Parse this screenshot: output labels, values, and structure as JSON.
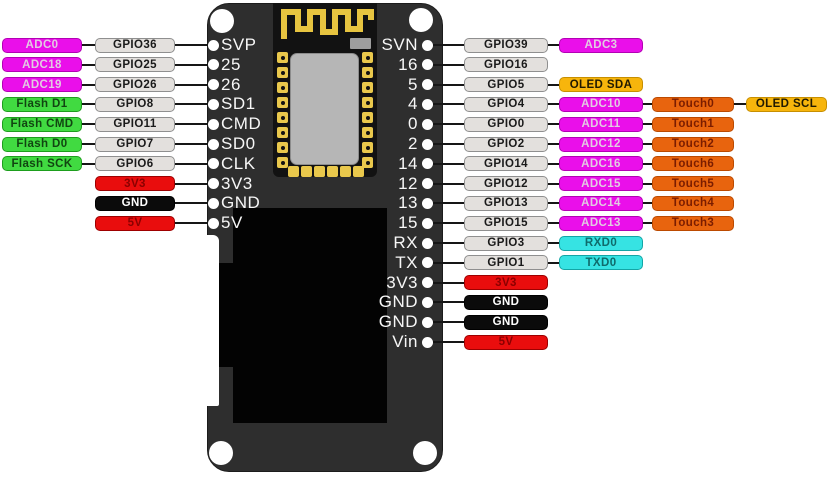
{
  "palette": {
    "background": "#ffffff",
    "board": "#2e2e2e",
    "module": "#121212",
    "antenna_gold": "#e7c440",
    "pad_gold": "#e9c84c",
    "shield_gray": "#b6b6b6",
    "oled_black": "#030303",
    "wire": "#161616",
    "pin_hole": "#ffffff",
    "pin_text": "#f7f7f7",
    "gpio_badge": "#e3e0dd",
    "adc_badge": "#ea0fea",
    "flash_badge": "#41da41",
    "touch_badge": "#e8640e",
    "oled_badge": "#f7b50c",
    "uart_badge": "#36e3e3",
    "power_badge": "#e90d0d",
    "ground_badge": "#0b0b0b"
  },
  "left_rows": [
    {
      "pin": "SVP",
      "gpio": "GPIO36",
      "function": "ADC0",
      "function_type": "adc"
    },
    {
      "pin": "25",
      "gpio": "GPIO25",
      "function": "ADC18",
      "function_type": "adc"
    },
    {
      "pin": "26",
      "gpio": "GPIO26",
      "function": "ADC19",
      "function_type": "adc"
    },
    {
      "pin": "SD1",
      "gpio": "GPIO8",
      "function": "Flash D1",
      "function_type": "flash"
    },
    {
      "pin": "CMD",
      "gpio": "GPIO11",
      "function": "Flash CMD",
      "function_type": "flash"
    },
    {
      "pin": "SD0",
      "gpio": "GPIO7",
      "function": "Flash D0",
      "function_type": "flash"
    },
    {
      "pin": "CLK",
      "gpio": "GPIO6",
      "function": "Flash SCK",
      "function_type": "flash"
    },
    {
      "pin": "3V3",
      "power": "3V3",
      "power_type": "power3v3"
    },
    {
      "pin": "GND",
      "power": "GND",
      "power_type": "ground"
    },
    {
      "pin": "5V",
      "power": "5V",
      "power_type": "power5v"
    }
  ],
  "right_rows": [
    {
      "pin": "SVN",
      "gpio": "GPIO39",
      "tags": [
        {
          "label": "ADC3",
          "type": "adc"
        }
      ]
    },
    {
      "pin": "16",
      "gpio": "GPIO16",
      "tags": []
    },
    {
      "pin": "5",
      "gpio": "GPIO5",
      "tags": [
        {
          "label": "OLED SDA",
          "type": "oledtag"
        }
      ]
    },
    {
      "pin": "4",
      "gpio": "GPIO4",
      "tags": [
        {
          "label": "ADC10",
          "type": "adc"
        },
        {
          "label": "Touch0",
          "type": "touch"
        },
        {
          "label": "OLED SCL",
          "type": "oledtag"
        }
      ]
    },
    {
      "pin": "0",
      "gpio": "GPIO0",
      "tags": [
        {
          "label": "ADC11",
          "type": "adc"
        },
        {
          "label": "Touch1",
          "type": "touch"
        }
      ]
    },
    {
      "pin": "2",
      "gpio": "GPIO2",
      "tags": [
        {
          "label": "ADC12",
          "type": "adc"
        },
        {
          "label": "Touch2",
          "type": "touch"
        }
      ]
    },
    {
      "pin": "14",
      "gpio": "GPIO14",
      "tags": [
        {
          "label": "ADC16",
          "type": "adc"
        },
        {
          "label": "Touch6",
          "type": "touch"
        }
      ]
    },
    {
      "pin": "12",
      "gpio": "GPIO12",
      "tags": [
        {
          "label": "ADC15",
          "type": "adc"
        },
        {
          "label": "Touch5",
          "type": "touch"
        }
      ]
    },
    {
      "pin": "13",
      "gpio": "GPIO13",
      "tags": [
        {
          "label": "ADC14",
          "type": "adc"
        },
        {
          "label": "Touch4",
          "type": "touch"
        }
      ]
    },
    {
      "pin": "15",
      "gpio": "GPIO15",
      "tags": [
        {
          "label": "ADC13",
          "type": "adc"
        },
        {
          "label": "Touch3",
          "type": "touch"
        }
      ]
    },
    {
      "pin": "RX",
      "gpio": "GPIO3",
      "tags": [
        {
          "label": "RXD0",
          "type": "uart"
        }
      ]
    },
    {
      "pin": "TX",
      "gpio": "GPIO1",
      "tags": [
        {
          "label": "TXD0",
          "type": "uart"
        }
      ]
    },
    {
      "pin": "3V3",
      "power": "3V3",
      "power_type": "power3v3"
    },
    {
      "pin": "GND",
      "power": "GND",
      "power_type": "ground"
    },
    {
      "pin": "GND",
      "power": "GND",
      "power_type": "ground"
    },
    {
      "pin": "Vin",
      "power": "5V",
      "power_type": "power5v"
    }
  ]
}
